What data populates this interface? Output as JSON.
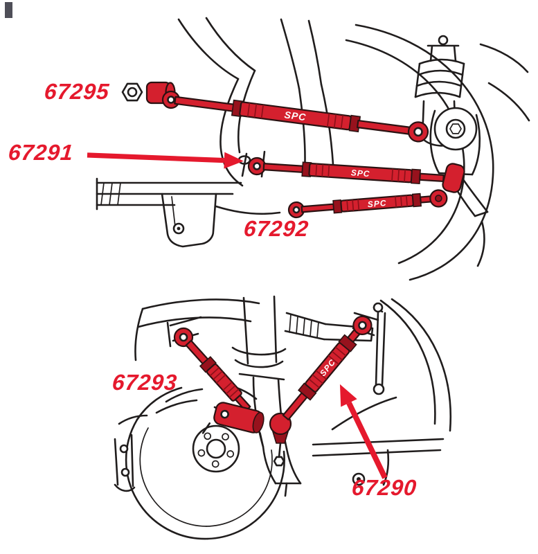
{
  "colors": {
    "background": "#ffffff",
    "line": "#201d1d",
    "part_red": "#d4202e",
    "part_red_dark": "#97121d",
    "label_red": "#e5192d"
  },
  "labels": {
    "p67295": "67295",
    "p67291": "67291",
    "p67292": "67292",
    "p67293": "67293",
    "p67290": "67290"
  },
  "brand": {
    "logo_text": "SPC"
  }
}
